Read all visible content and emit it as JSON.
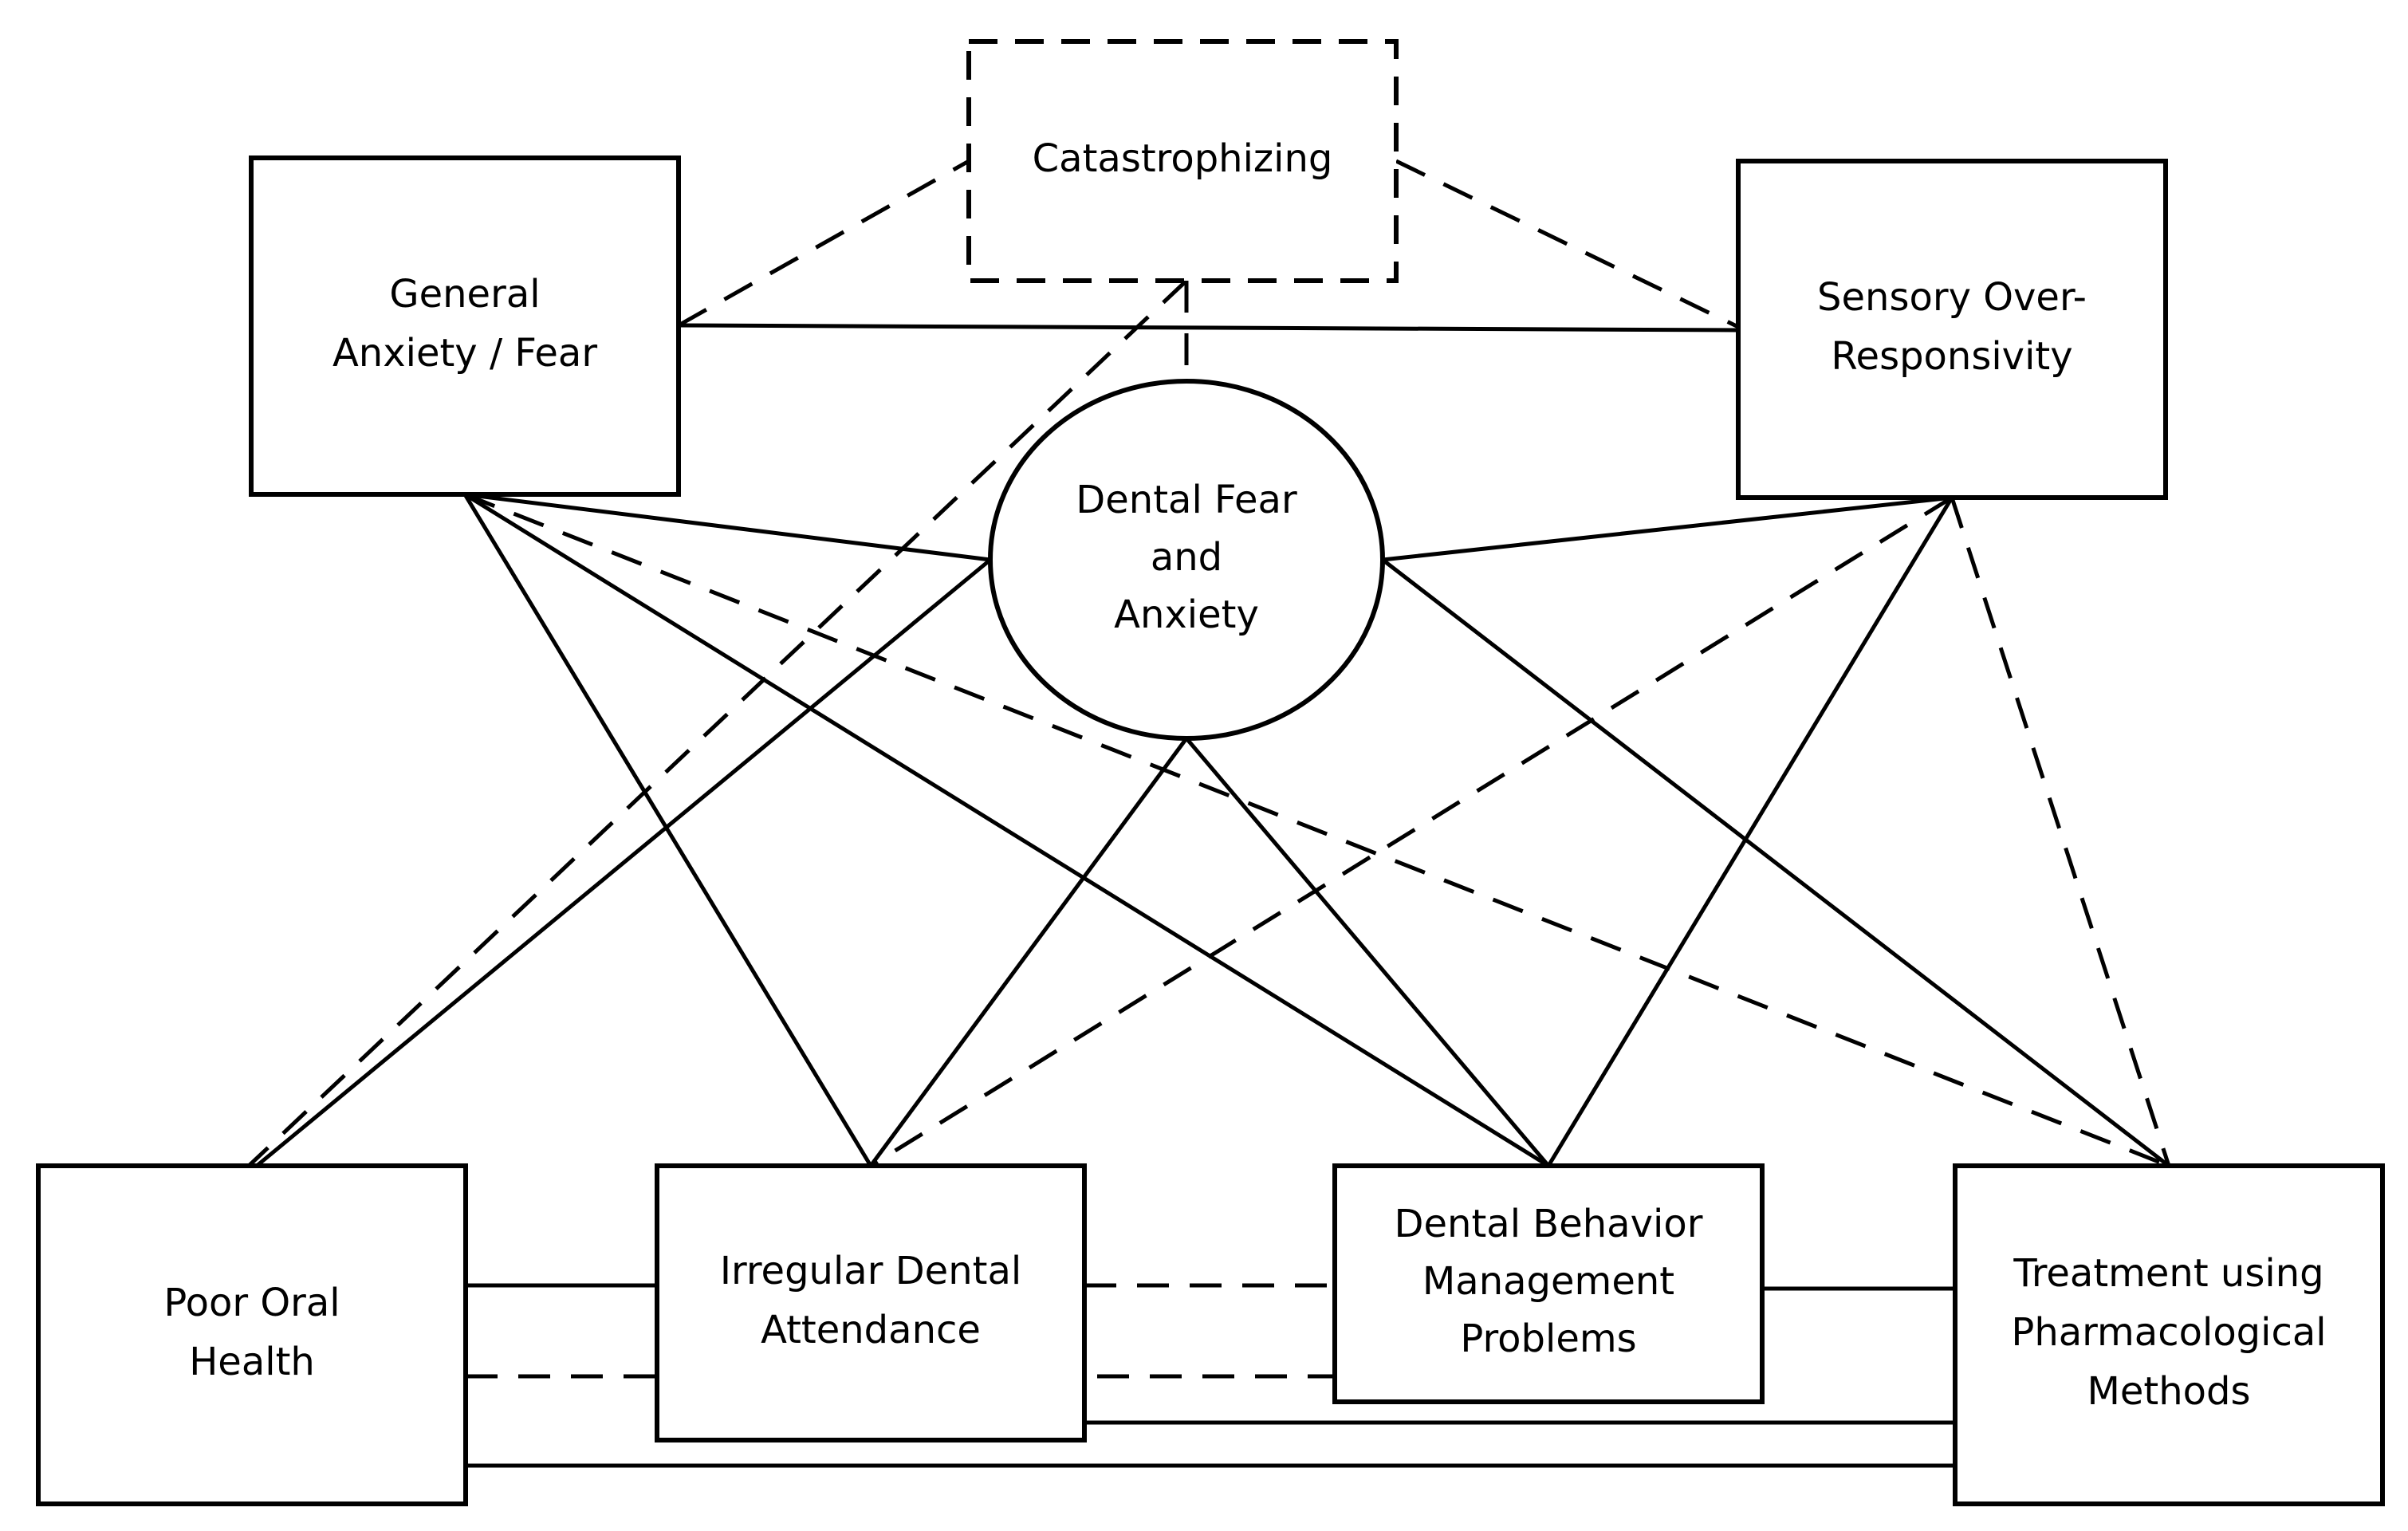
{
  "nodes": {
    "catastrophizing": {
      "lines": [
        "Catastrophizing"
      ],
      "style": "dashed"
    },
    "general_anxiety": {
      "lines": [
        "General",
        "Anxiety / Fear"
      ],
      "style": "solid"
    },
    "sensory": {
      "lines": [
        "Sensory Over-",
        "Responsivity"
      ],
      "style": "solid"
    },
    "dental_fear": {
      "lines": [
        "Dental Fear",
        "and",
        "Anxiety"
      ],
      "style": "solid"
    },
    "poor_oral": {
      "lines": [
        "Poor Oral",
        "Health"
      ],
      "style": "solid"
    },
    "irregular": {
      "lines": [
        "Irregular Dental",
        "Attendance"
      ],
      "style": "solid"
    },
    "dbmp": {
      "lines": [
        "Dental Behavior",
        "Management",
        "Problems"
      ],
      "style": "solid"
    },
    "pharma": {
      "lines": [
        "Treatment using",
        "Pharmacological",
        "Methods"
      ],
      "style": "solid"
    }
  },
  "edges": [
    {
      "from": "general_anxiety",
      "to": "catastrophizing",
      "style": "dashed"
    },
    {
      "from": "catastrophizing",
      "to": "sensory",
      "style": "dashed"
    },
    {
      "from": "general_anxiety",
      "to": "sensory",
      "style": "solid"
    },
    {
      "from": "catastrophizing",
      "to": "dental_fear",
      "style": "dashed"
    },
    {
      "from": "catastrophizing",
      "to": "poor_oral",
      "style": "dashed"
    },
    {
      "from": "general_anxiety",
      "to": "dental_fear",
      "style": "solid"
    },
    {
      "from": "general_anxiety",
      "to": "irregular",
      "style": "solid"
    },
    {
      "from": "general_anxiety",
      "to": "dbmp",
      "style": "solid"
    },
    {
      "from": "general_anxiety",
      "to": "pharma",
      "style": "dashed"
    },
    {
      "from": "sensory",
      "to": "dental_fear",
      "style": "solid"
    },
    {
      "from": "sensory",
      "to": "irregular",
      "style": "dashed"
    },
    {
      "from": "sensory",
      "to": "dbmp",
      "style": "solid"
    },
    {
      "from": "sensory",
      "to": "pharma",
      "style": "dashed"
    },
    {
      "from": "dental_fear",
      "to": "poor_oral",
      "style": "solid"
    },
    {
      "from": "dental_fear",
      "to": "irregular",
      "style": "solid"
    },
    {
      "from": "dental_fear",
      "to": "dbmp",
      "style": "solid"
    },
    {
      "from": "dental_fear",
      "to": "pharma",
      "style": "solid"
    },
    {
      "from": "poor_oral",
      "to": "irregular",
      "style": "solid"
    },
    {
      "from": "poor_oral",
      "to": "dbmp",
      "style": "dashed"
    },
    {
      "from": "poor_oral",
      "to": "pharma",
      "style": "solid"
    },
    {
      "from": "irregular",
      "to": "dbmp",
      "style": "dashed"
    },
    {
      "from": "irregular",
      "to": "pharma",
      "style": "solid"
    },
    {
      "from": "dbmp",
      "to": "pharma",
      "style": "solid"
    }
  ]
}
